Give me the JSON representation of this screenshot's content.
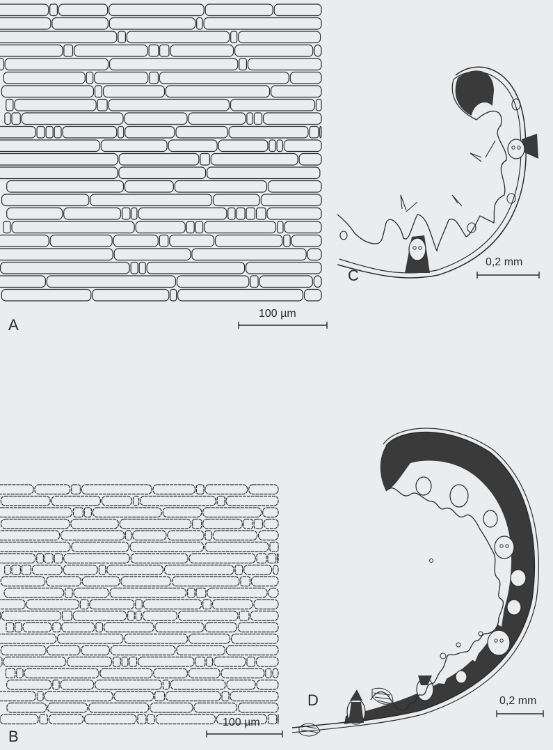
{
  "figure": {
    "background": "#ebeced",
    "ink": "#2a2a2a",
    "fill_dark": "#3a3a3a"
  },
  "panels": {
    "a": {
      "letter": "A",
      "scale_label": "100 µm"
    },
    "b": {
      "letter": "B",
      "scale_label": "100 µm"
    },
    "c": {
      "letter": "C",
      "scale_label": "0,2 mm"
    },
    "d": {
      "letter": "D",
      "scale_label": "0,2 mm"
    }
  }
}
